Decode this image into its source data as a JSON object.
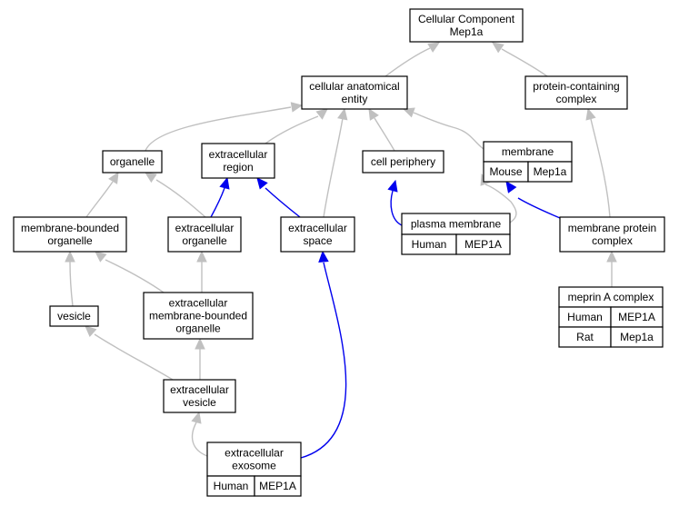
{
  "colors": {
    "human": "#ff6347",
    "mouse": "#add8e6",
    "rat": "#ffd700",
    "edge_is_a": "#c0c0c0",
    "edge_part_of": "#0000ee"
  },
  "nodes": {
    "cc_root": {
      "lines": [
        "Cellular Component",
        "Mep1a"
      ]
    },
    "cellular_anatomical_entity": {
      "lines": [
        "cellular anatomical",
        "entity"
      ]
    },
    "protein_containing_complex": {
      "lines": [
        "protein-containing",
        "complex"
      ]
    },
    "organelle": {
      "lines": [
        "organelle"
      ]
    },
    "extracellular_region": {
      "lines": [
        "extracellular",
        "region"
      ]
    },
    "cell_periphery": {
      "lines": [
        "cell periphery"
      ]
    },
    "membrane": {
      "lines": [
        "membrane"
      ],
      "annotations": [
        {
          "species": "Mouse",
          "gene": "Mep1a"
        }
      ]
    },
    "membrane_bounded_organelle": {
      "lines": [
        "membrane-bounded",
        "organelle"
      ]
    },
    "extracellular_organelle": {
      "lines": [
        "extracellular",
        "organelle"
      ]
    },
    "extracellular_space": {
      "lines": [
        "extracellular",
        "space"
      ]
    },
    "plasma_membrane": {
      "lines": [
        "plasma membrane"
      ],
      "annotations": [
        {
          "species": "Human",
          "gene": "MEP1A"
        }
      ]
    },
    "membrane_protein_complex": {
      "lines": [
        "membrane protein",
        "complex"
      ]
    },
    "vesicle": {
      "lines": [
        "vesicle"
      ]
    },
    "extracellular_mbo": {
      "lines": [
        "extracellular",
        "membrane-bounded",
        "organelle"
      ]
    },
    "meprin_a_complex": {
      "lines": [
        "meprin A complex"
      ],
      "annotations": [
        {
          "species": "Human",
          "gene": "MEP1A"
        },
        {
          "species": "Rat",
          "gene": "Mep1a"
        }
      ]
    },
    "extracellular_vesicle": {
      "lines": [
        "extracellular",
        "vesicle"
      ]
    },
    "extracellular_exosome": {
      "lines": [
        "extracellular",
        "exosome"
      ],
      "annotations": [
        {
          "species": "Human",
          "gene": "MEP1A"
        }
      ]
    }
  },
  "edges": [
    {
      "from": "cellular_anatomical_entity",
      "to": "cc_root",
      "type": "is_a"
    },
    {
      "from": "protein_containing_complex",
      "to": "cc_root",
      "type": "is_a"
    },
    {
      "from": "organelle",
      "to": "cellular_anatomical_entity",
      "type": "is_a"
    },
    {
      "from": "extracellular_region",
      "to": "cellular_anatomical_entity",
      "type": "is_a"
    },
    {
      "from": "extracellular_space",
      "to": "cellular_anatomical_entity",
      "type": "is_a"
    },
    {
      "from": "cell_periphery",
      "to": "cellular_anatomical_entity",
      "type": "is_a"
    },
    {
      "from": "membrane",
      "to": "cellular_anatomical_entity",
      "type": "is_a"
    },
    {
      "from": "membrane_bounded_organelle",
      "to": "organelle",
      "type": "is_a"
    },
    {
      "from": "extracellular_organelle",
      "to": "organelle",
      "type": "is_a"
    },
    {
      "from": "extracellular_organelle",
      "to": "extracellular_region",
      "type": "part_of"
    },
    {
      "from": "extracellular_space",
      "to": "extracellular_region",
      "type": "part_of"
    },
    {
      "from": "plasma_membrane",
      "to": "cell_periphery",
      "type": "part_of"
    },
    {
      "from": "plasma_membrane",
      "to": "membrane",
      "type": "is_a"
    },
    {
      "from": "membrane_protein_complex",
      "to": "membrane",
      "type": "part_of"
    },
    {
      "from": "membrane_protein_complex",
      "to": "protein_containing_complex",
      "type": "is_a"
    },
    {
      "from": "meprin_a_complex",
      "to": "membrane_protein_complex",
      "type": "is_a"
    },
    {
      "from": "vesicle",
      "to": "membrane_bounded_organelle",
      "type": "is_a"
    },
    {
      "from": "extracellular_mbo",
      "to": "membrane_bounded_organelle",
      "type": "is_a"
    },
    {
      "from": "extracellular_mbo",
      "to": "extracellular_organelle",
      "type": "is_a"
    },
    {
      "from": "extracellular_vesicle",
      "to": "vesicle",
      "type": "is_a"
    },
    {
      "from": "extracellular_vesicle",
      "to": "extracellular_mbo",
      "type": "is_a"
    },
    {
      "from": "extracellular_exosome",
      "to": "extracellular_vesicle",
      "type": "is_a"
    },
    {
      "from": "extracellular_exosome",
      "to": "extracellular_space",
      "type": "part_of"
    }
  ]
}
